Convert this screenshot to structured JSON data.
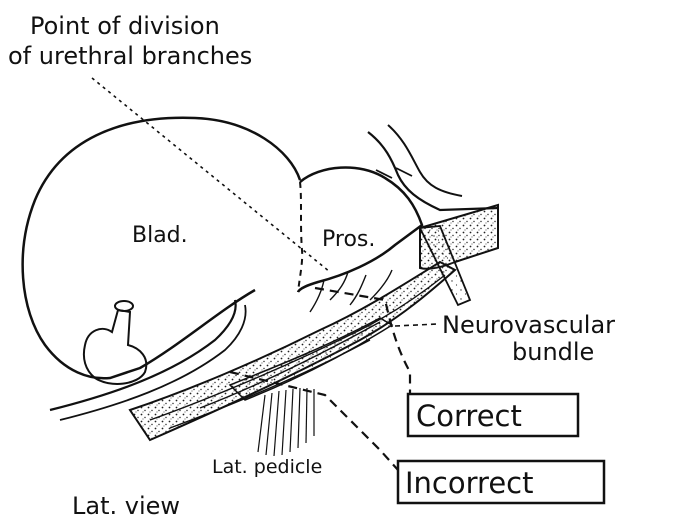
{
  "labels": {
    "point_of_division_line1": "Point of division",
    "point_of_division_line2": "of urethral branches",
    "bladder": "Blad.",
    "prostate": "Pros.",
    "neurovascular_line1": "Neurovascular",
    "neurovascular_line2": "bundle",
    "correct": "Correct",
    "incorrect": "Incorrect",
    "lateral_pedicle": "Lat. pedicle",
    "lateral_view": "Lat. view"
  },
  "colors": {
    "ink": "#111111",
    "paper": "#ffffff"
  }
}
